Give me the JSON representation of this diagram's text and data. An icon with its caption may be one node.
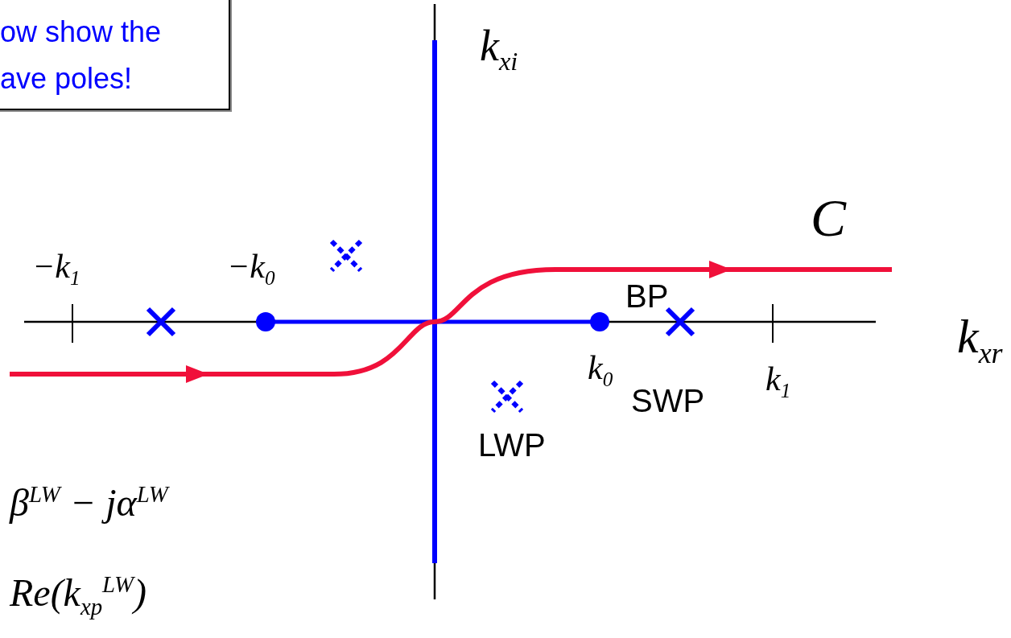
{
  "diagram": {
    "nodes": [
      {
        "text": [
          "ow show the ave poles!"
        ]
      }
    ],
    "labels": [
      "k$_{xi}$",
      "C",
      "−k$_{1}$",
      "−k$_{0}$",
      "BP",
      "k$_{xr}$",
      "k$_{0}$",
      "SWP",
      "k$_{1}$",
      "LWP",
      "β$^{LW}$ − jα$^{LW}$",
      "Re(k$_{xp}$$^{LW}$)"
    ]
  }
}
